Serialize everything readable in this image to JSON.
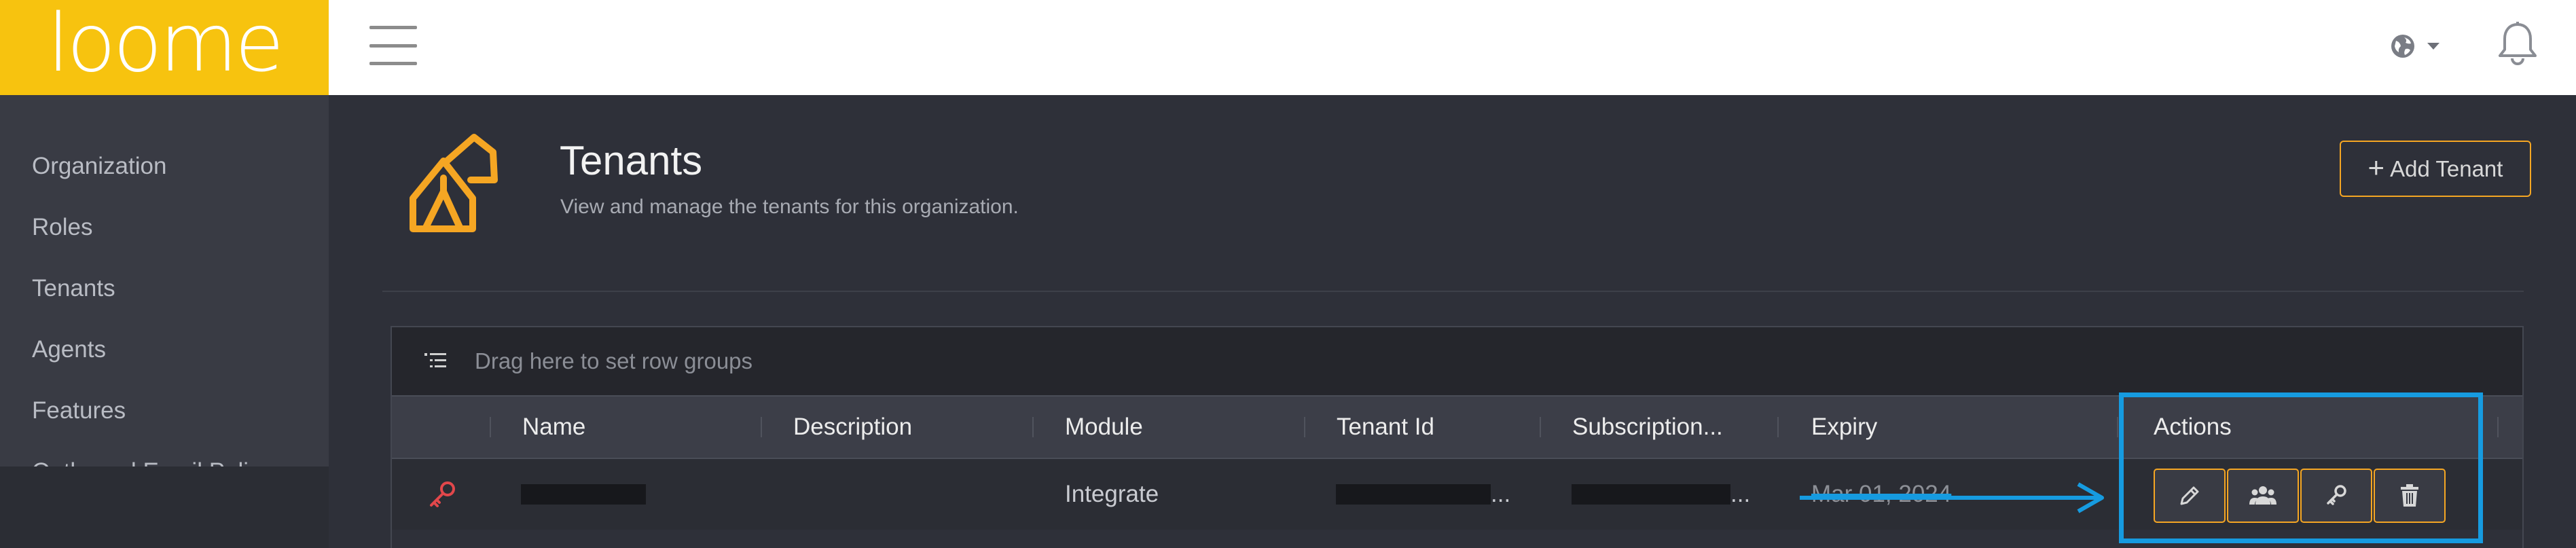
{
  "brand": {
    "logo_text": "loome",
    "logo_bg": "#f7c30f"
  },
  "sidebar": {
    "items": [
      {
        "label": "Organization"
      },
      {
        "label": "Roles"
      },
      {
        "label": "Tenants"
      },
      {
        "label": "Agents"
      },
      {
        "label": "Features"
      },
      {
        "label": "Outbound Email Policy"
      }
    ]
  },
  "topbar": {
    "menu_icon": "hamburger-icon",
    "language_icon": "globe-icon",
    "notification_icon": "bell-icon"
  },
  "page": {
    "title": "Tenants",
    "subtitle": "View and manage the tenants for this organization.",
    "add_button_label": "Add Tenant",
    "add_button_icon": "+"
  },
  "grid": {
    "group_bar_label": "Drag here to set row groups",
    "columns": [
      "Name",
      "Description",
      "Module",
      "Tenant Id",
      "Subscription...",
      "Expiry",
      "Actions"
    ],
    "rows": [
      {
        "name": "",
        "description": "",
        "module": "Integrate",
        "tenant_id_suffix": "...",
        "subscription_suffix": "...",
        "expiry": "Mar 01, 2024",
        "actions": [
          "pencil-icon",
          "users-icon",
          "key-icon",
          "trash-icon"
        ]
      }
    ]
  },
  "colors": {
    "accent": "#f5a623",
    "highlight": "#169be0",
    "background": "#2e3039",
    "sidebar": "#393b44"
  }
}
